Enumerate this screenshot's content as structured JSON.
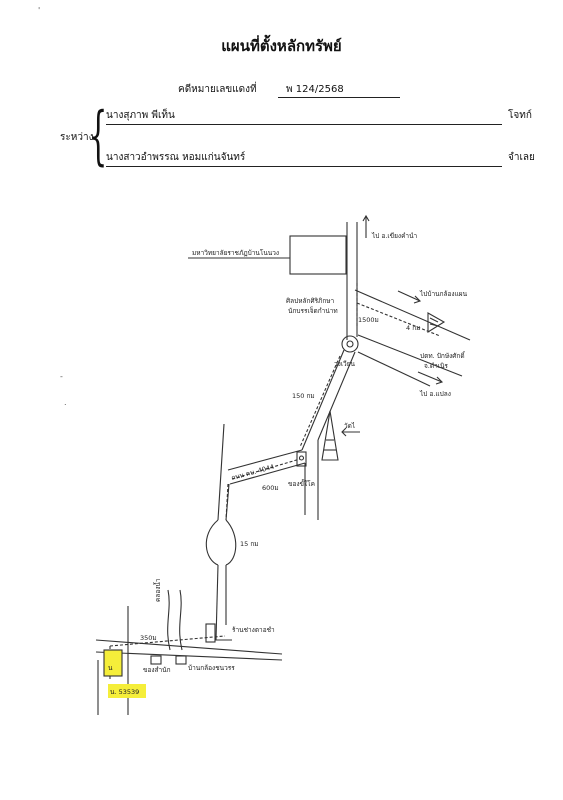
{
  "header": {
    "title": "แผนที่ตั้งหลักทรัพย์",
    "case_label": "คดีหมายเลขแดงที่",
    "case_number": "พ 124/2568"
  },
  "parties": {
    "between_label": "ระหว่าง",
    "plaintiff_name": "นางสุภาพ  พีเท็น",
    "plaintiff_role": "โจทก์",
    "defendant_name": "นางสาวอำพรรณ  หอมแก่นจันทร์",
    "defendant_role": "จำเลย"
  },
  "map": {
    "ink_color": "#333333",
    "highlight_color": "#f5ee3a",
    "labels": {
      "to_top": "ไป อ.เขียงคำนำ",
      "university": "มหาวิทยาลัยราชภัฏบ้านโนนวง",
      "memorial": "ศิลปหลักศิริภิกษา",
      "memorial_sub": "นักบรรเจ็ดกำน่าท",
      "to_right_upper": "ไปบ้านกล้องแผน",
      "dist_1500m": "1500ม",
      "dist_4km": "4 กม",
      "circle_label": "วงเวียน",
      "gas_station": "ปตท. ปักษังศักดิ์",
      "gas_station_sub": "จ.ดำเนิร",
      "to_right_lower": "ไป อ.แปลง",
      "dist_150": "150 กม",
      "road_name": "ถนน คบ. 4044",
      "dist_600": "600ม",
      "temple_right": "วัดไ",
      "school": "ของขั้ใโค",
      "dist_15km": "15 กม",
      "canal": "คลองน้ำ",
      "dist_350m": "350ม",
      "shop_right": "ร้านช่างตาอชำ",
      "shop_left": "ของสำนัก",
      "house": "บ้านกล้องชนวรร",
      "parcel_id": "น. 53539",
      "parcel_small": "น"
    }
  }
}
